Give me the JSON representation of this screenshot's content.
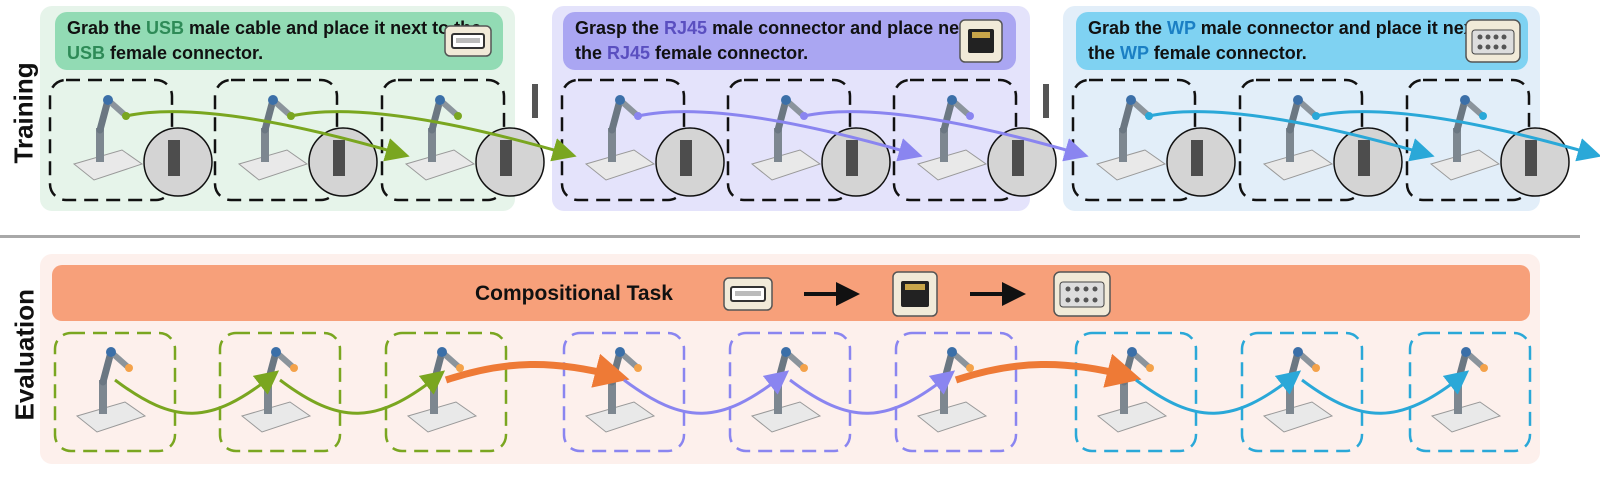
{
  "labels": {
    "training": "Training",
    "evaluation": "Evaluation"
  },
  "training_tasks": [
    {
      "pre": "Grab the ",
      "k1": "USB",
      "mid": " male cable and place it next to the ",
      "k2": "USB",
      "post": " female connector.",
      "accent": "#2e8b57",
      "icon": "usb-connector-icon"
    },
    {
      "pre": "Grasp the ",
      "k1": "RJ45",
      "mid": " male connector and place next to the ",
      "k2": "RJ45",
      "post": " female connector.",
      "accent": "#7a6fd0",
      "icon": "rj45-connector-icon"
    },
    {
      "pre": "Grab the ",
      "k1": "WP",
      "mid": " male connector and place it next to the ",
      "k2": "WP",
      "post": " female connector.",
      "accent": "#1a7fc4",
      "icon": "wp-connector-icon"
    }
  ],
  "evaluation": {
    "task_title": "Compositional Task",
    "sequence_icons": [
      "usb-connector-icon",
      "arrow-right-icon",
      "rj45-connector-icon",
      "arrow-right-icon",
      "wp-connector-icon"
    ]
  },
  "colors": {
    "usb": "#7aa620",
    "rj45": "#8a85f0",
    "wp": "#2aa8d8",
    "transition": "#ee7a36",
    "panel_usb": "#e6f4ea",
    "panel_rj45": "#e4e3fb",
    "panel_wp": "#e2eef9",
    "eval_bg": "#fdf0ec"
  }
}
